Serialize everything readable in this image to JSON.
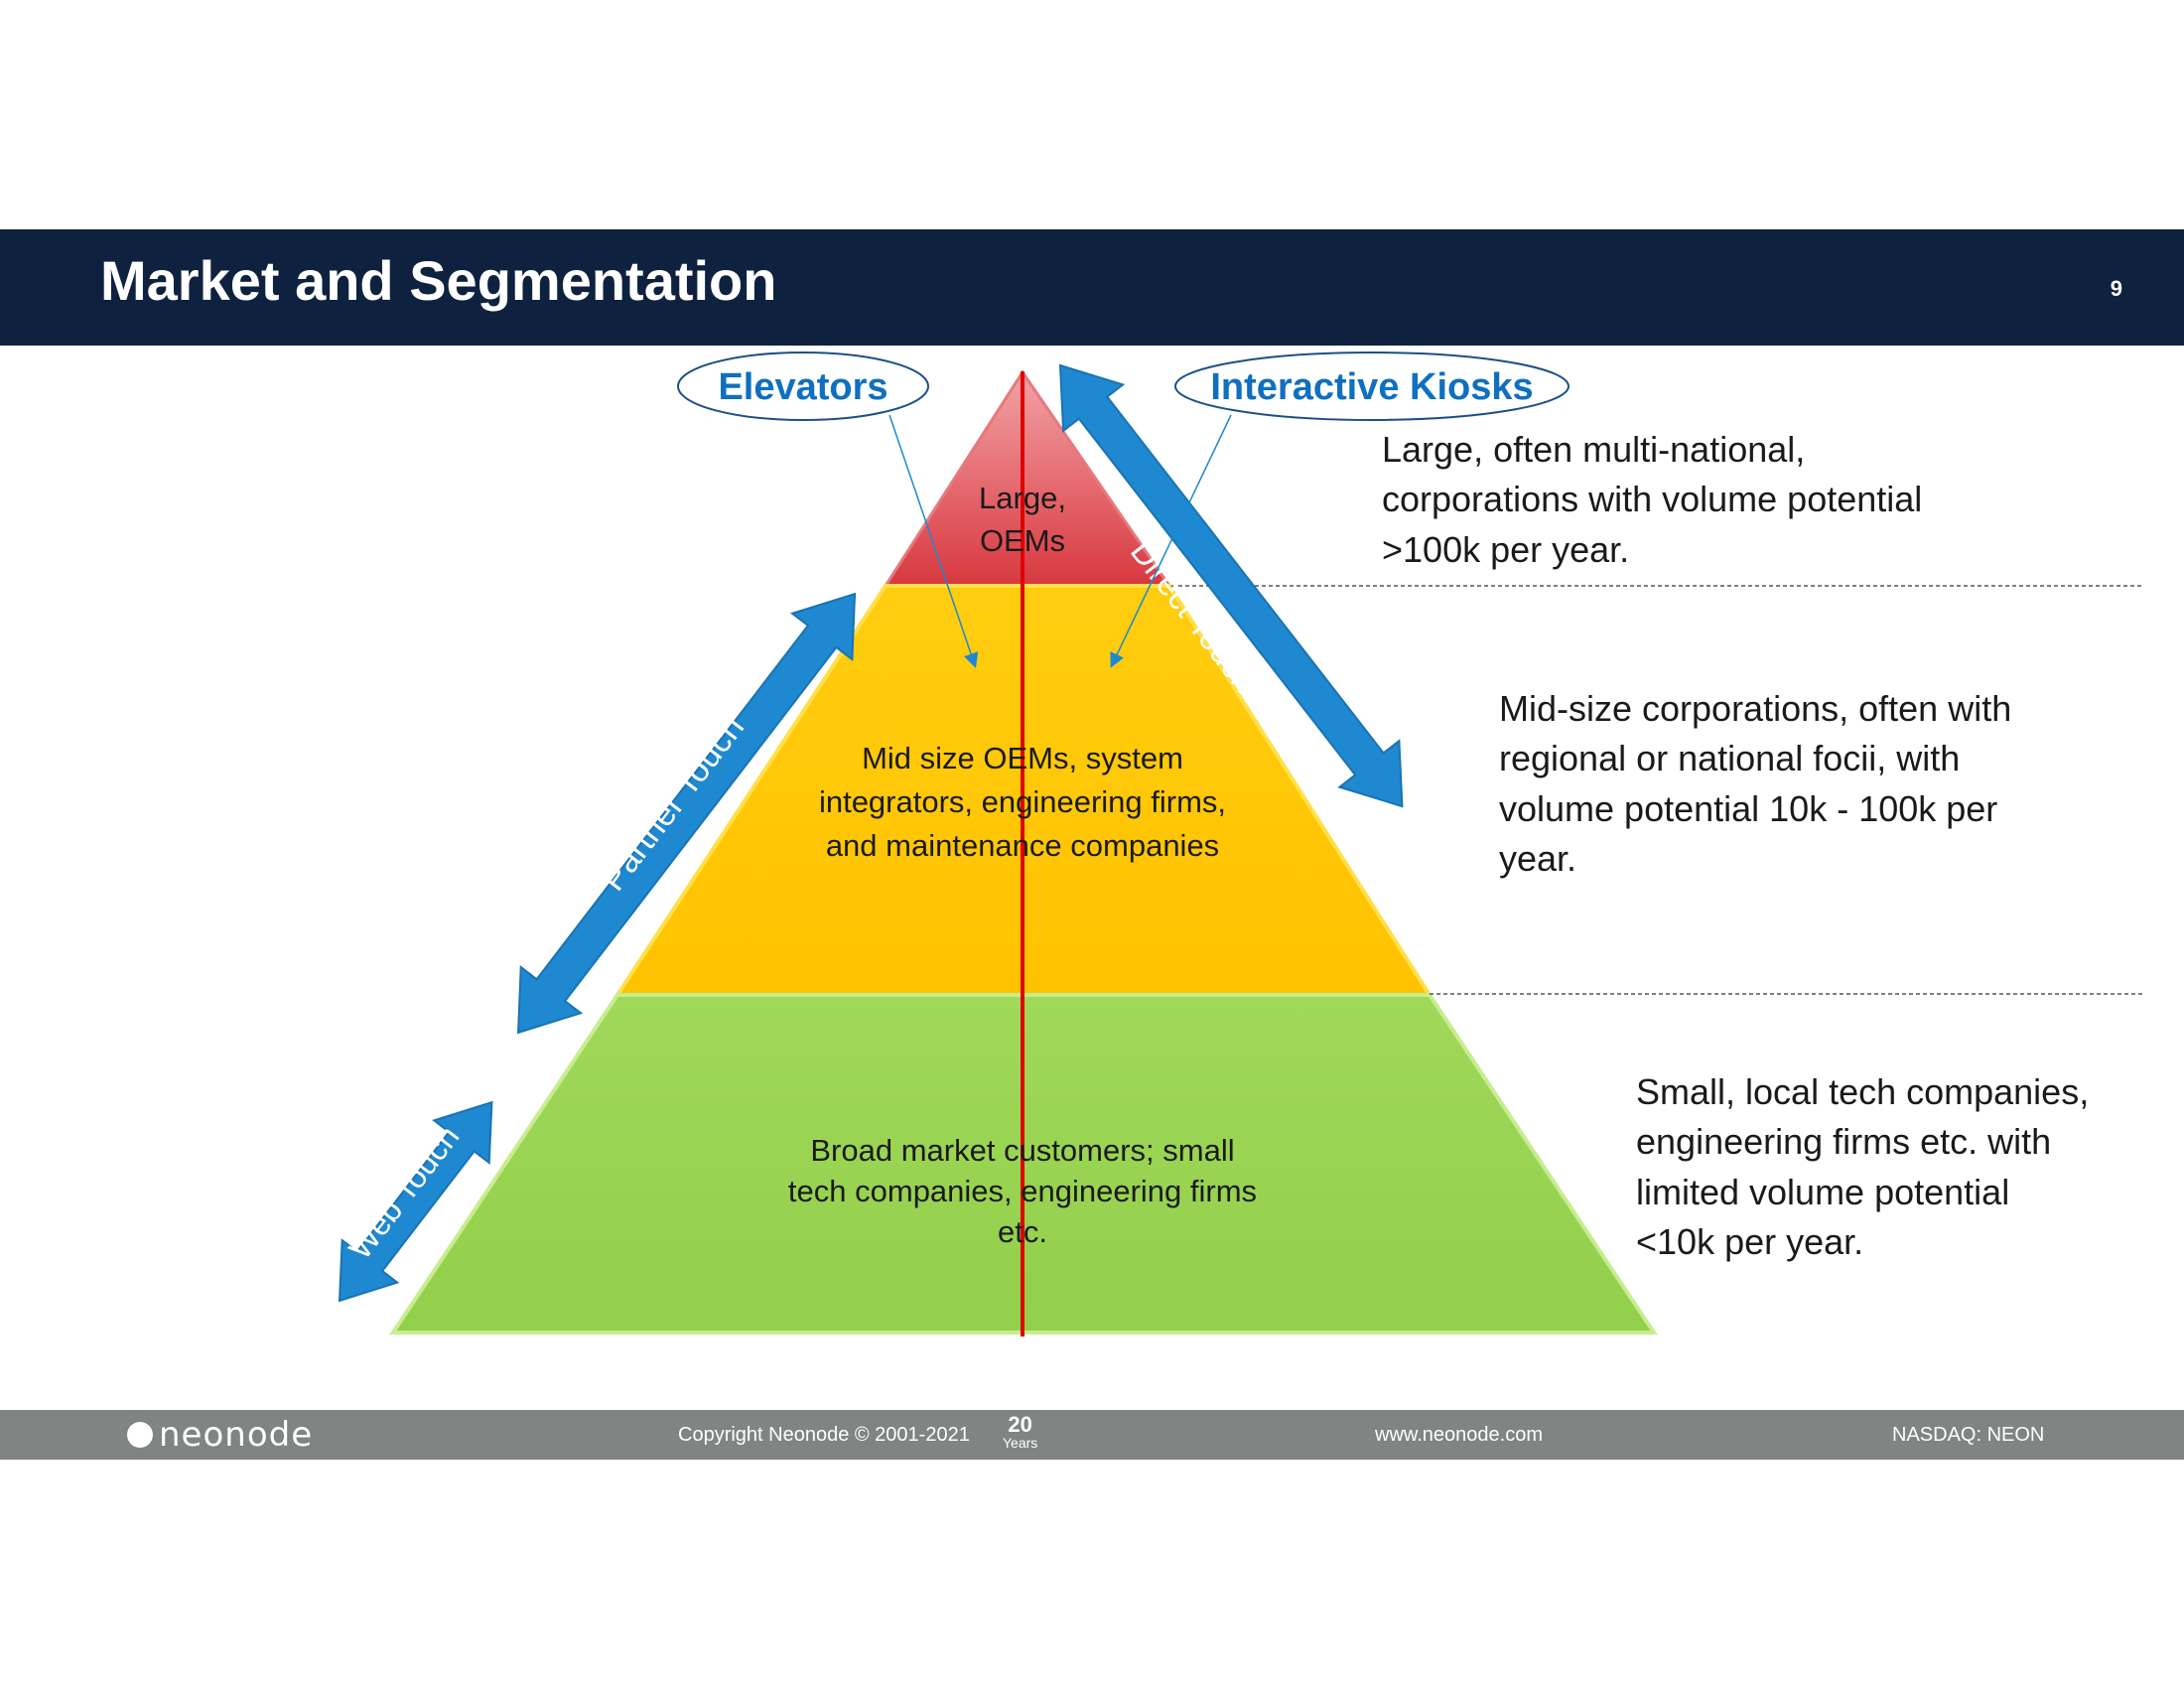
{
  "header": {
    "title": "Market and Segmentation",
    "page_number": "9"
  },
  "callouts": {
    "elevators": "Elevators",
    "kiosks": "Interactive Kiosks"
  },
  "arrows": {
    "direct": "Direct Touch",
    "partner": "Partner Touch",
    "web": "Web Touch"
  },
  "tiers": [
    {
      "lines": [
        "Large,",
        "OEMs"
      ],
      "color": "#e0484c"
    },
    {
      "lines": [
        "Mid size OEMs, system",
        "integrators, engineering firms,",
        "and maintenance companies"
      ],
      "color": "#ffc600"
    },
    {
      "lines": [
        "Broad market customers; small",
        "tech companies, engineering firms",
        "etc."
      ],
      "color": "#99d34f"
    }
  ],
  "descriptions": [
    [
      "Large, often multi-national,",
      "corporations with volume potential",
      ">100k per year."
    ],
    [
      "Mid-size corporations, often with",
      "regional or national focii, with",
      "volume potential 10k - 100k per",
      "year."
    ],
    [
      "Small, local tech companies,",
      "engineering firms etc. with",
      "limited volume potential",
      "<10k per year."
    ]
  ],
  "footer": {
    "brand": "neonode",
    "copyright": "Copyright Neonode © 2001-2021",
    "years_num": "20",
    "years_word": "Years",
    "website": "www.neonode.com",
    "ticker": "NASDAQ: NEON"
  },
  "colors": {
    "navy": "#0e2240",
    "arrow_blue": "#1e88d0",
    "callout_text": "#0f6fc0",
    "red_line": "#e00000",
    "footer_gray": "#7f8583"
  }
}
